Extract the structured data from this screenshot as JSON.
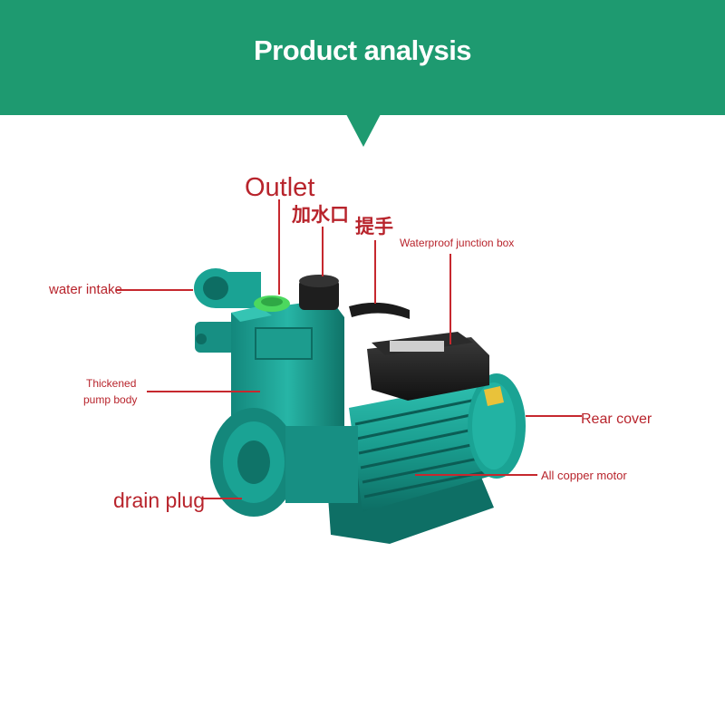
{
  "header": {
    "title": "Product analysis"
  },
  "labels": {
    "outlet": "Outlet",
    "filler": "加水口",
    "handle": "提手",
    "junction_box": "Waterproof junction box",
    "water_intake": "water intake",
    "pump_body_line1": "Thickened",
    "pump_body_line2": "pump body",
    "rear_cover": "Rear cover",
    "motor": "All copper motor",
    "drain_plug": "drain plug"
  },
  "colors": {
    "header_bg": "#1e9a70",
    "label_red": "#b8242c",
    "pump_teal": "#1fa89a"
  }
}
